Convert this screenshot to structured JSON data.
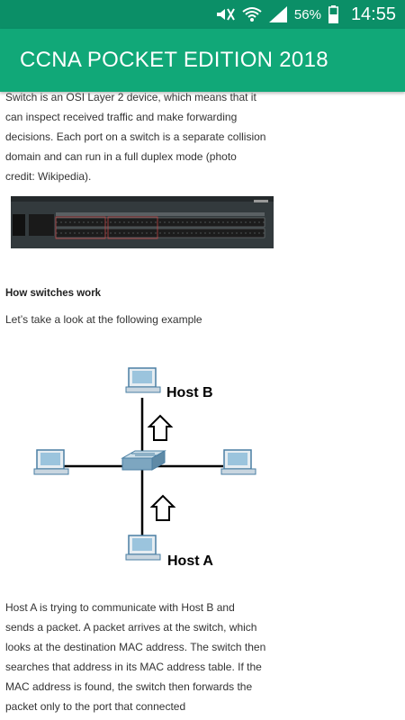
{
  "status": {
    "battery": "56%",
    "time": "14:55"
  },
  "app": {
    "title": "CCNA POCKET EDITION 2018"
  },
  "article": {
    "intro": "Switch is an OSI Layer 2 device, which means that it can inspect received traffic and make forwarding decisions. Each port on a switch is a separate collision domain and can run in a full duplex mode (photo credit: Wikipedia).",
    "heading": "How switches work",
    "example_text": "Let’s take a look at the following example",
    "diagram": {
      "host_b": "Host B",
      "host_a": "Host A"
    },
    "body": "Host A is trying to communicate with Host B and sends a packet. A packet arrives at the switch, which looks at the destination MAC address. The switch then searches that address in its MAC address table. If the MAC address is found, the switch then forwards the packet only to the port that connected"
  },
  "colors": {
    "status_bar": "#0b8f67",
    "app_bar": "#11a878"
  },
  "icons": [
    "mute-icon",
    "wifi-icon",
    "signal-icon",
    "battery-icon"
  ]
}
